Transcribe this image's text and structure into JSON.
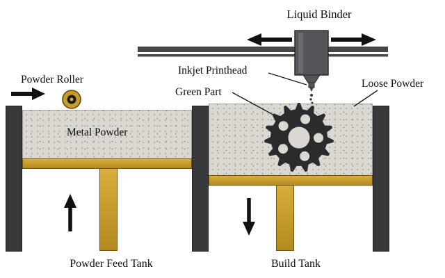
{
  "labels": {
    "liquid_binder": "Liquid Binder",
    "inkjet_printhead": "Inkjet Printhead",
    "green_part": "Green Part",
    "loose_powder": "Loose Powder",
    "powder_roller": "Powder Roller",
    "metal_powder": "Metal Powder",
    "powder_feed_tank": "Powder Feed Tank",
    "build_tank": "Build Tank"
  },
  "colors": {
    "wall_gray": "#39393b",
    "piston_gold": "#c79b2c",
    "powder_gray": "#dbd8d1",
    "gear_dark": "#2b2b2d",
    "arrow_black": "#111111"
  }
}
